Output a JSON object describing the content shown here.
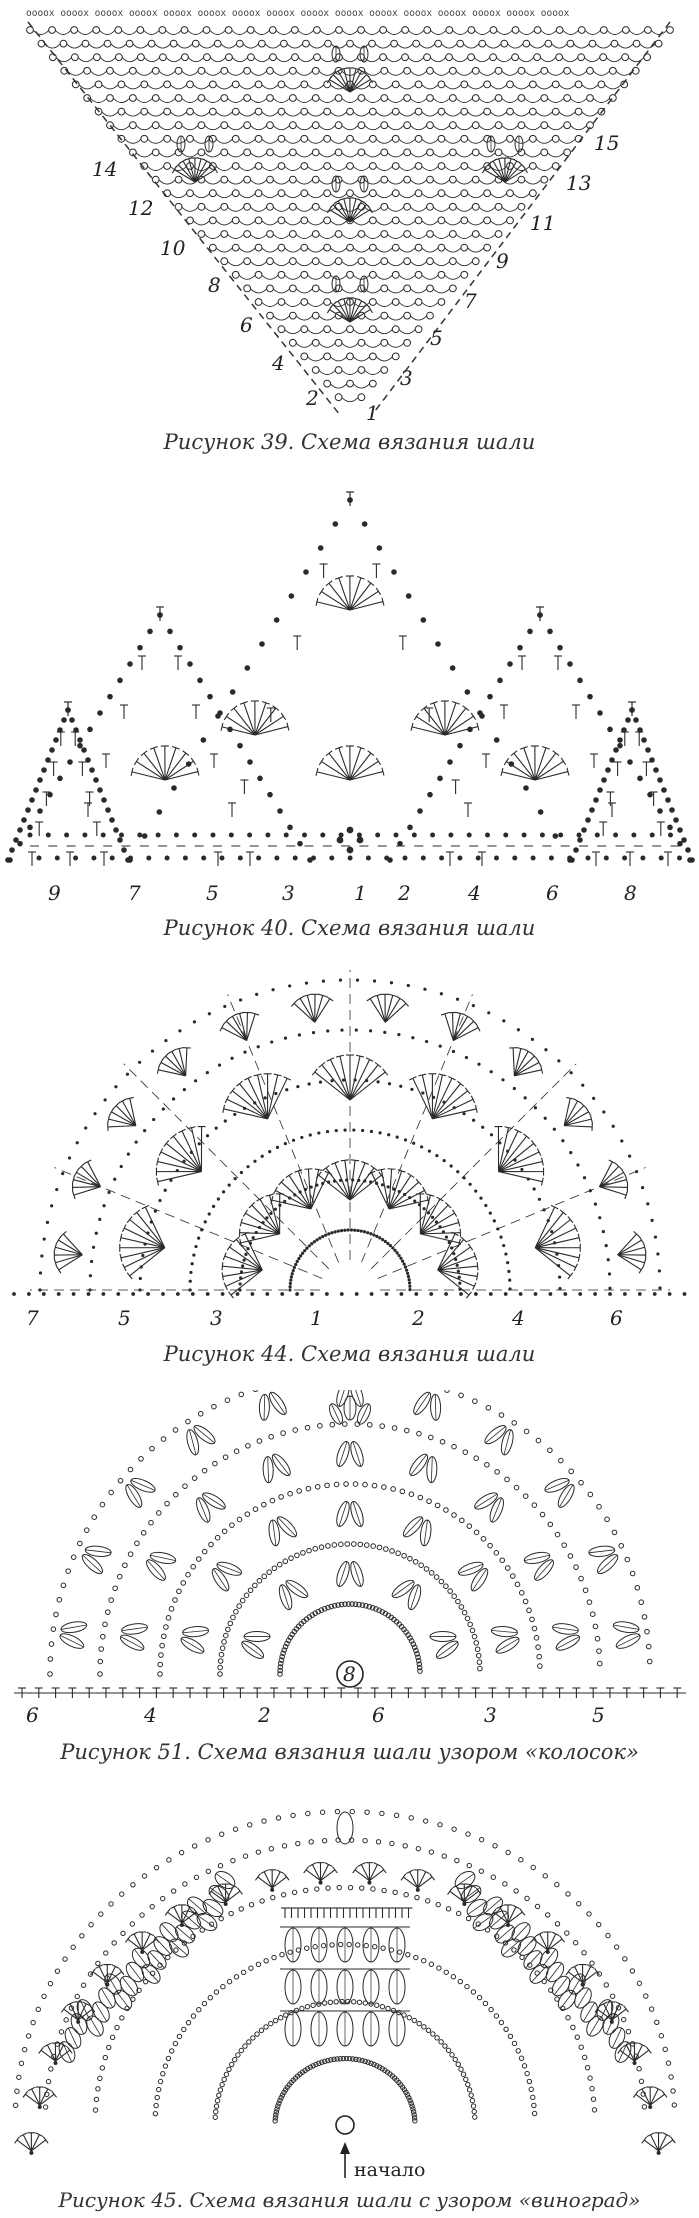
{
  "figures": [
    {
      "id": "fig39",
      "caption": "Рисунок 39. Схема вязания шали",
      "top_chain": "oooox oooox oooox oooox oooox oooox oooox oooox oooox oooox oooox oooox oooox oooox oooox oooox",
      "left_rows": [
        "14",
        "12",
        "10",
        "8",
        "6",
        "4",
        "2"
      ],
      "right_rows": [
        "15",
        "13",
        "11",
        "9",
        "7",
        "5",
        "3",
        "1"
      ]
    },
    {
      "id": "fig40",
      "caption": "Рисунок 40. Схема вязания шали",
      "row_numbers": [
        "9",
        "7",
        "5",
        "3",
        "1",
        "2",
        "4",
        "6",
        "8"
      ]
    },
    {
      "id": "fig44",
      "caption": "Рисунок 44. Схема вязания шали",
      "row_numbers": [
        "7",
        "5",
        "3",
        "1",
        "2",
        "4",
        "6"
      ]
    },
    {
      "id": "fig51",
      "caption": "Рисунок 51. Схема вязания шали узором «колосок»",
      "center_mark": "8",
      "row_numbers": [
        "6",
        "4",
        "2",
        "6",
        "3",
        "5"
      ]
    },
    {
      "id": "fig45",
      "caption": "Рисунок 45. Схема вязания шали с узором «виноград»",
      "start_label": "начало"
    }
  ]
}
